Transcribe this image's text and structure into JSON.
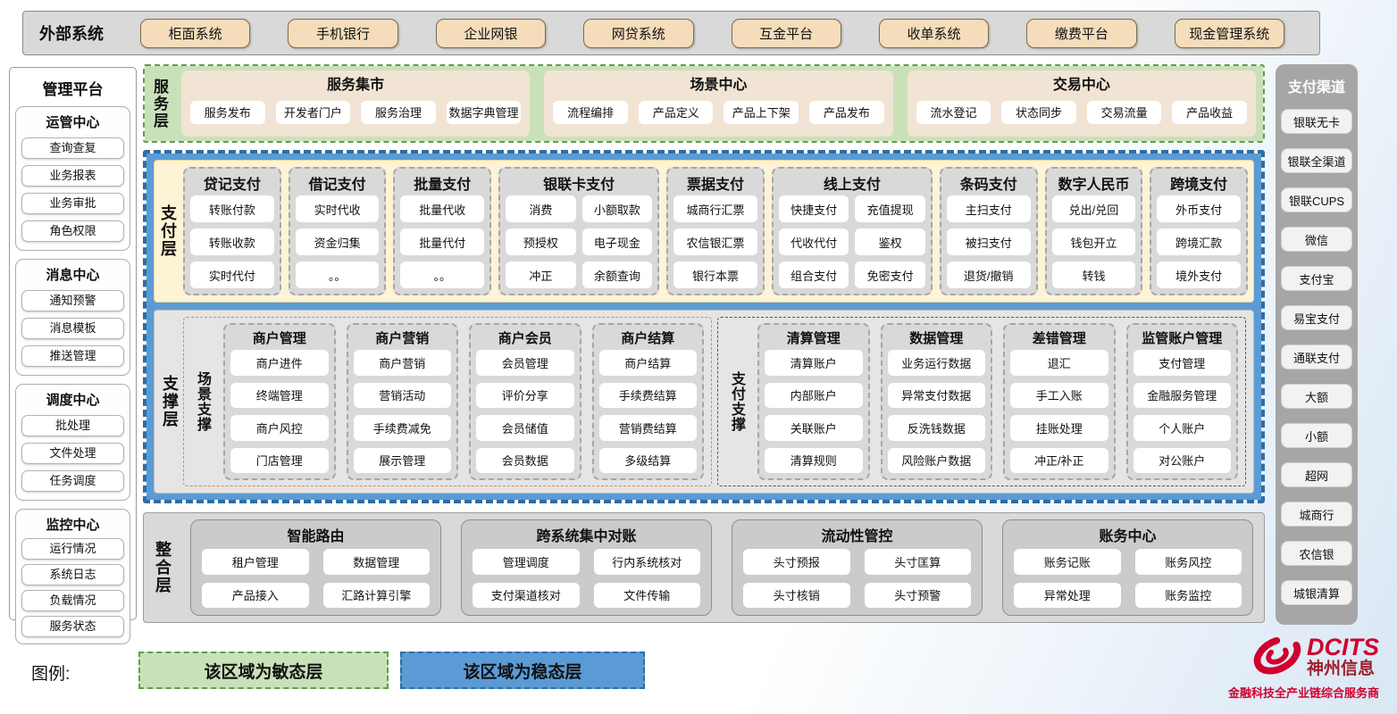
{
  "external": {
    "label": "外部系统",
    "systems": [
      "柜面系统",
      "手机银行",
      "企业网银",
      "网贷系统",
      "互金平台",
      "收单系统",
      "缴费平台",
      "现金管理系统"
    ]
  },
  "management": {
    "title": "管理平台",
    "groups": [
      {
        "title": "运管中心",
        "items": [
          "查询查复",
          "业务报表",
          "业务审批",
          "角色权限"
        ]
      },
      {
        "title": "消息中心",
        "items": [
          "通知预警",
          "消息模板",
          "推送管理"
        ]
      },
      {
        "title": "调度中心",
        "items": [
          "批处理",
          "文件处理",
          "任务调度"
        ]
      },
      {
        "title": "监控中心",
        "items": [
          "运行情况",
          "系统日志",
          "负载情况",
          "服务状态"
        ]
      }
    ]
  },
  "service_layer": {
    "label": "服务层",
    "groups": [
      {
        "title": "服务集市",
        "items": [
          "服务发布",
          "开发者门户",
          "服务治理",
          "数据字典管理"
        ]
      },
      {
        "title": "场景中心",
        "items": [
          "流程编排",
          "产品定义",
          "产品上下架",
          "产品发布"
        ]
      },
      {
        "title": "交易中心",
        "items": [
          "流水登记",
          "状态同步",
          "交易流量",
          "产品收益"
        ]
      }
    ]
  },
  "payment_layer": {
    "label": "支付层",
    "columns": [
      {
        "title": "贷记支付",
        "items": [
          "转账付款",
          "转账收款",
          "实时代付"
        ]
      },
      {
        "title": "借记支付",
        "items": [
          "实时代收",
          "资金归集",
          "。。"
        ]
      },
      {
        "title": "批量支付",
        "items": [
          "批量代收",
          "批量代付",
          "。。"
        ]
      },
      {
        "title": "银联卡支付",
        "items": [
          "消费",
          "小额取款",
          "预授权",
          "电子现金",
          "冲正",
          "余额查询"
        ]
      },
      {
        "title": "票据支付",
        "items": [
          "城商行汇票",
          "农信银汇票",
          "银行本票"
        ]
      },
      {
        "title": "线上支付",
        "items": [
          "快捷支付",
          "充值提现",
          "代收代付",
          "鉴权",
          "组合支付",
          "免密支付"
        ]
      },
      {
        "title": "条码支付",
        "items": [
          "主扫支付",
          "被扫支付",
          "退货/撤销"
        ]
      },
      {
        "title": "数字人民币",
        "items": [
          "兑出/兑回",
          "钱包开立",
          "转钱"
        ]
      },
      {
        "title": "跨境支付",
        "items": [
          "外币支付",
          "跨境汇款",
          "境外支付"
        ]
      }
    ]
  },
  "support_layer": {
    "label": "支撑层",
    "sections": [
      {
        "label": "场景支撑",
        "columns": [
          {
            "title": "商户管理",
            "items": [
              "商户进件",
              "终端管理",
              "商户风控",
              "门店管理"
            ]
          },
          {
            "title": "商户营销",
            "items": [
              "商户营销",
              "营销活动",
              "手续费减免",
              "展示管理"
            ]
          },
          {
            "title": "商户会员",
            "items": [
              "会员管理",
              "评价分享",
              "会员储值",
              "会员数据"
            ]
          },
          {
            "title": "商户结算",
            "items": [
              "商户结算",
              "手续费结算",
              "营销费结算",
              "多级结算"
            ]
          }
        ]
      },
      {
        "label": "支付支撑",
        "columns": [
          {
            "title": "清算管理",
            "items": [
              "清算账户",
              "内部账户",
              "关联账户",
              "清算规则"
            ]
          },
          {
            "title": "数据管理",
            "items": [
              "业务运行数据",
              "异常支付数据",
              "反洗钱数据",
              "风险账户数据"
            ]
          },
          {
            "title": "差错管理",
            "items": [
              "退汇",
              "手工入账",
              "挂账处理",
              "冲正/补正"
            ]
          },
          {
            "title": "监管账户管理",
            "items": [
              "支付管理",
              "金融服务管理",
              "个人账户",
              "对公账户"
            ]
          }
        ]
      }
    ]
  },
  "integration_layer": {
    "label": "整合层",
    "groups": [
      {
        "title": "智能路由",
        "items": [
          "租户管理",
          "数据管理",
          "产品接入",
          "汇路计算引擎"
        ]
      },
      {
        "title": "跨系统集中对账",
        "items": [
          "管理调度",
          "行内系统核对",
          "支付渠道核对",
          "文件传输"
        ]
      },
      {
        "title": "流动性管控",
        "items": [
          "头寸预报",
          "头寸匡算",
          "头寸核销",
          "头寸预警"
        ]
      },
      {
        "title": "账务中心",
        "items": [
          "账务记账",
          "账务风控",
          "异常处理",
          "账务监控"
        ]
      }
    ]
  },
  "channels": {
    "title": "支付渠道",
    "items": [
      "银联无卡",
      "银联全渠道",
      "银联CUPS",
      "微信",
      "支付宝",
      "易宝支付",
      "通联支付",
      "大额",
      "小额",
      "超网",
      "城商行",
      "农信银",
      "城银清算"
    ]
  },
  "legend": {
    "label": "图例:",
    "agile": "该区域为敏态层",
    "stable": "该区域为稳态层"
  },
  "logo": {
    "brand": "DCITS",
    "company": "神州信息",
    "tagline": "金融科技全产业链综合服务商"
  },
  "colors": {
    "agile_green": "#c9e1b9",
    "stable_blue": "#5b9bd5",
    "external_tan": "#f5ddbb",
    "panel_gray": "#d9d9d9",
    "brand_red": "#d0002f"
  }
}
